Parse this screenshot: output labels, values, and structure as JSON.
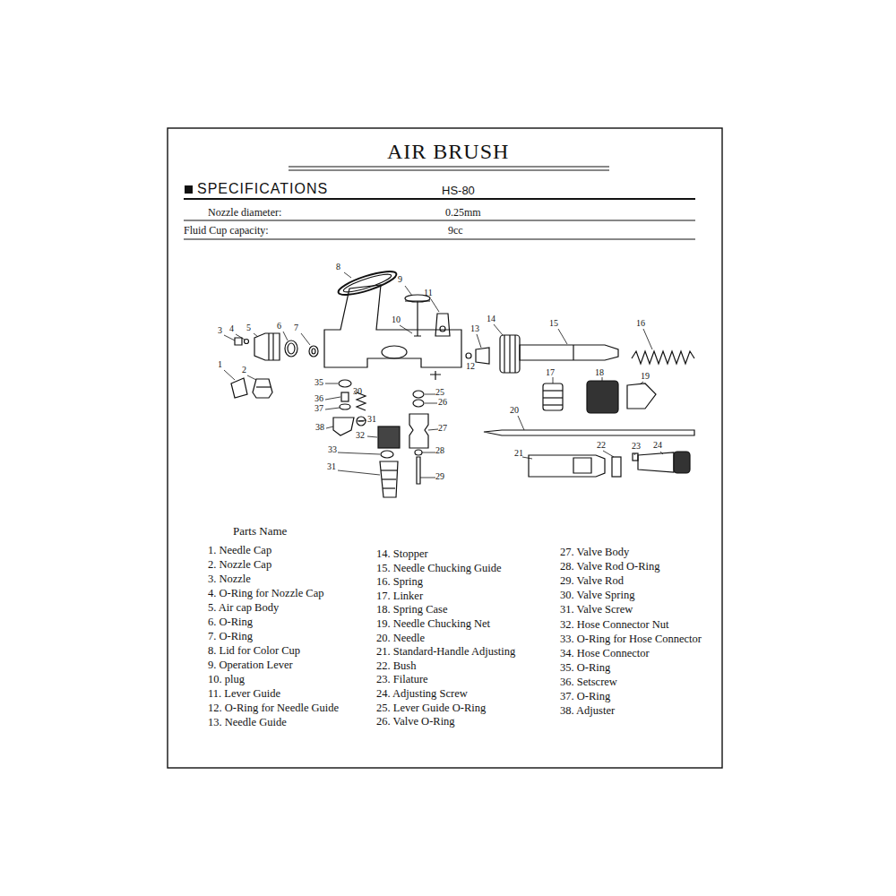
{
  "diagram": {
    "title": "AIR BRUSH",
    "labels": [
      "SPECIFICATIONS",
      "HS-80",
      "Nozzle diameter:",
      "0.25mm",
      "Fluid Cup capacity:",
      "9cc",
      "8",
      "9",
      "11",
      "10",
      "3",
      "4",
      "5",
      "6",
      "7",
      "14",
      "15",
      "16",
      "13",
      "12",
      "1",
      "2",
      "35",
      "30",
      "25",
      "26",
      "36",
      "37",
      "31",
      "27",
      "38",
      "32",
      "17",
      "18",
      "19",
      "20",
      "33",
      "28",
      "31",
      "29",
      "21",
      "22",
      "23",
      "24",
      "Parts Name",
      "1. Needle Cap",
      "2. Nozzle Cap",
      "3. Nozzle",
      "4. O-Ring for Nozzle Cap",
      "5. Air cap Body",
      "6. O-Ring",
      "7. O-Ring",
      "8. Lid for Color Cup",
      "9. Operation Lever",
      "10. plug",
      "11. Lever Guide",
      "12. O-Ring for Needle Guide",
      "13. Needle Guide",
      "14. Stopper",
      "15. Needle Chucking Guide",
      "16. Spring",
      "17. Linker",
      "18. Spring Case",
      "19. Needle Chucking Net",
      "20. Needle",
      "21. Standard-Handle Adjusting",
      "22. Bush",
      "23. Filature",
      "24. Adjusting Screw",
      "25. Lever Guide O-Ring",
      "26. Valve O-Ring",
      "27. Valve Body",
      "28. Valve Rod O-Ring",
      "29. Valve Rod",
      "30. Valve Spring",
      "31. Valve Screw",
      "32. Hose Connector Nut",
      "33. O-Ring for Hose Connector",
      "34. Hose Connector",
      "35. O-Ring",
      "36. Setscrew",
      "37. O-Ring",
      "38. Adjuster"
    ]
  }
}
